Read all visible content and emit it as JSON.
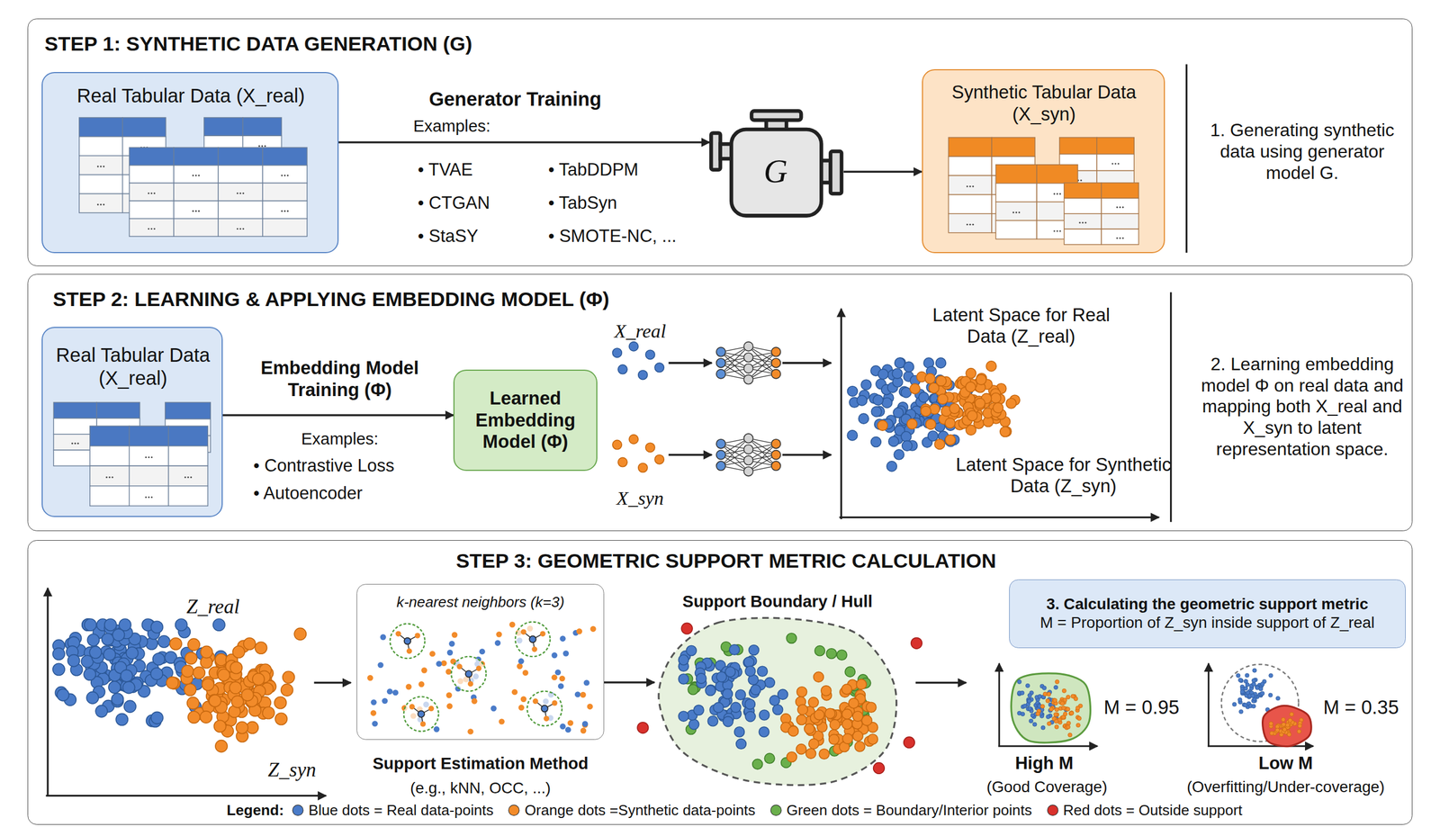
{
  "diagram": {
    "nodes": [
      {
        "text": [
          "STEP 1: SYNTHETIC DATA GENERATION (G)"
        ]
      },
      {
        "text": [
          "Real Tabular Data (X_real)"
        ],
        "in": 0
      },
      {
        "text": [
          "G"
        ],
        "in": 0
      },
      {
        "text": [
          "Synthetic Tabular Data (X_syn)"
        ],
        "in": 0
      },
      {
        "text": [
          "STEP 2: LEARNING & APPLYING EMBEDDING MODEL (Φ)"
        ]
      },
      {
        "text": [
          "Real Tabular Data (X_real)"
        ],
        "in": 4
      },
      {
        "text": [
          "Learned Embedding Model (Φ)"
        ],
        "in": 4
      },
      {
        "text": [
          "STEP 3: GEOMETRIC SUPPORT METRIC CALCULATION"
        ]
      },
      {
        "text": [
          "k-nearest neighbors (k=3)",
          "Support Estimation Method",
          "(e.g., kNN, OCC, ...)"
        ],
        "in": 7
      },
      {
        "text": [
          "Support Boundary / Hull"
        ],
        "in": 7
      },
      {
        "text": [
          "3. Calculating the geometric support metric",
          "M = Proportion of Z_syn inside support of Z_real"
        ],
        "in": 7
      }
    ],
    "edges": [
      {
        "from": 1,
        "to": 2,
        "arrow": "to",
        "label": "Generator Training"
      },
      {
        "from": 2,
        "to": 3,
        "arrow": "to"
      },
      {
        "from": 5,
        "to": 6,
        "arrow": "to",
        "label": "Embedding Model Training (Φ)"
      },
      {
        "from": 8,
        "to": 9,
        "arrow": "to"
      }
    ],
    "labels": [
      "Examples:",
      "• TVAE",
      "• CTGAN",
      "• StaSY",
      "• TabDDPM",
      "• TabSyn",
      "• SMOTE-NC, ...",
      "1. Generating synthetic data using generator model G.",
      "Examples:",
      "• Contrastive Loss",
      "• Autoencoder",
      "X_real",
      "X_syn",
      "Latent Space for Real Data (Z_real)",
      "Latent Space for Synthetic Data (Z_syn)",
      "2. Learning embedding model Φ on real data and mapping both X_real and X_syn to latent representation space.",
      "Z_real",
      "Z_syn",
      "M = 0.95",
      "High M",
      "(Good Coverage)",
      "M = 0.35",
      "Low M",
      "(Overfitting/Under-coverage)",
      "Legend:"
    ],
    "legend": [
      {
        "text": "Blue dots = Real data-points",
        "color": "#4a7bc8"
      },
      {
        "text": "Orange dots =Synthetic data-points",
        "color": "#f28b2a"
      },
      {
        "text": "Green dots = Boundary/Interior points",
        "color": "#6aaf4c"
      },
      {
        "text": "Red dots = Outside support",
        "color": "#d8312c"
      }
    ]
  }
}
